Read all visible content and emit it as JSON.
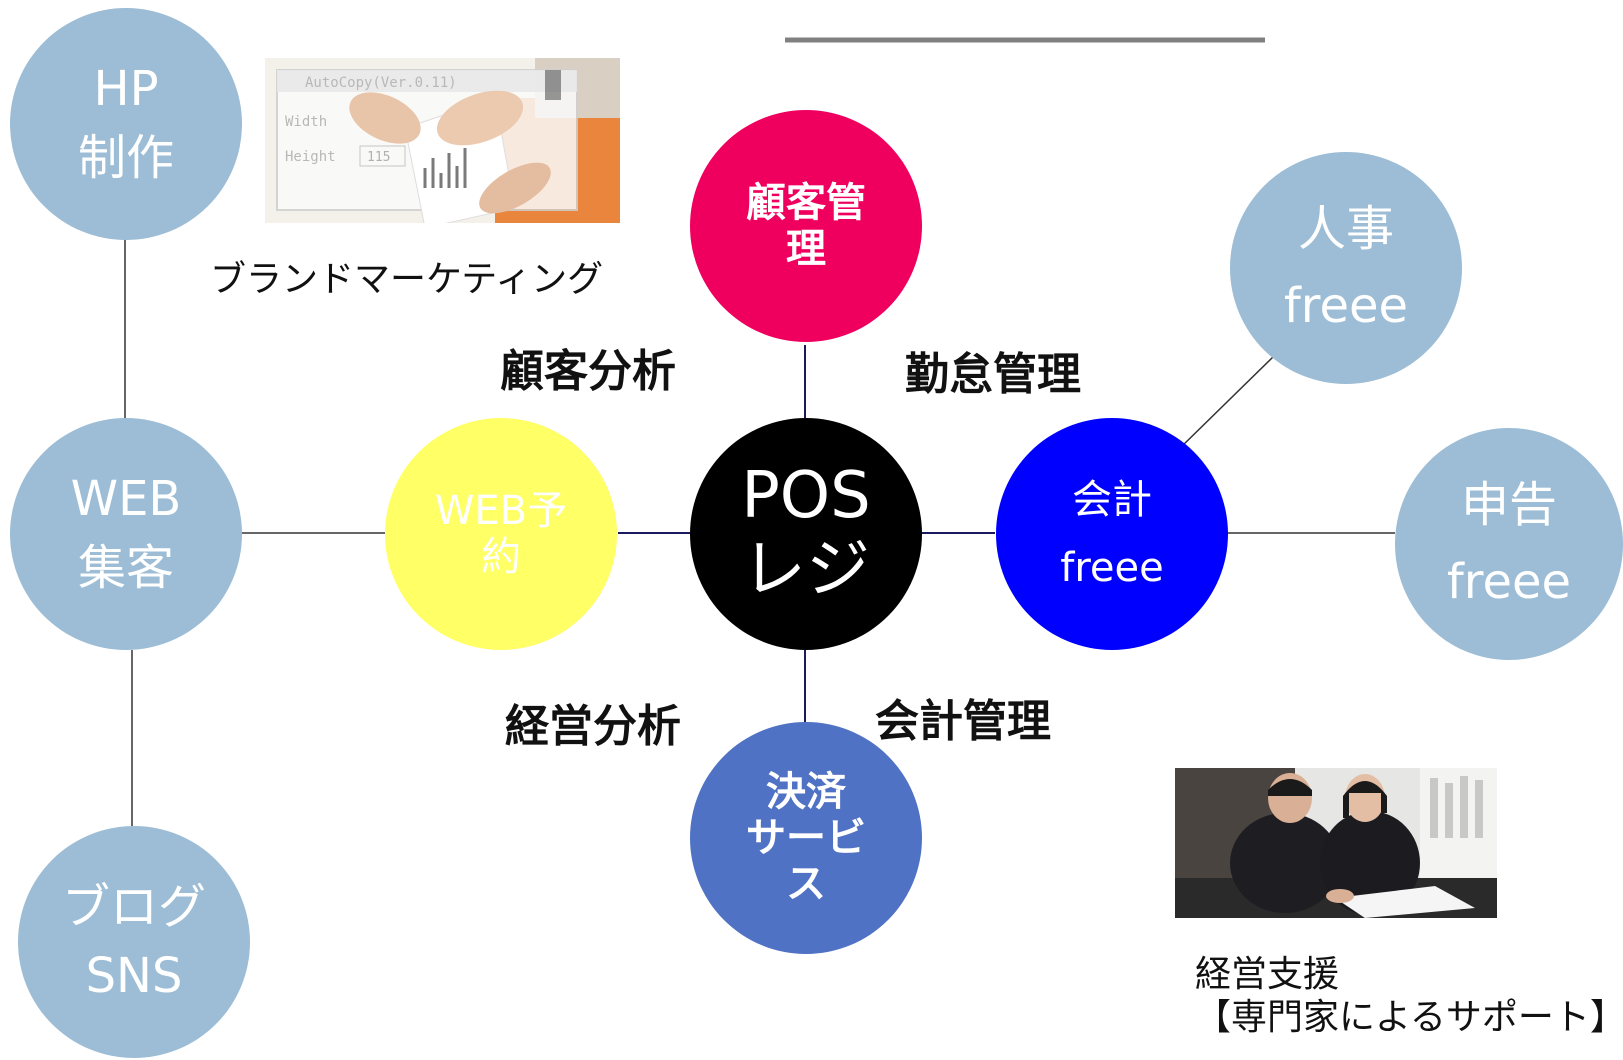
{
  "colors": {
    "satellite": "#9cbdd5",
    "crm": "#f0005e",
    "web_booking": "#ffff66",
    "pos": "#000000",
    "accounting": "#0000ff",
    "payment": "#4f72c4",
    "connector_dark": "#1a1a5e",
    "connector_gray": "#333333",
    "top_rule": "#808080"
  },
  "nodes": {
    "hp": {
      "line1": "HP",
      "line2": "制作"
    },
    "web_marketing": {
      "line1": "WEB",
      "line2": "集客"
    },
    "blog": {
      "line1": "ブログ",
      "line2": "SNS"
    },
    "crm": {
      "line1": "顧客管",
      "line2": "理"
    },
    "web_booking": {
      "line1": "WEB予",
      "line2": "約"
    },
    "pos": {
      "line1": "POS",
      "line2": "レジ"
    },
    "accounting": {
      "line1": "会計",
      "line2": "freee"
    },
    "payment": {
      "line1": "決済",
      "line2": "サービ",
      "line3": "ス"
    },
    "hr": {
      "line1": "人事",
      "line2": "freee"
    },
    "tax": {
      "line1": "申告",
      "line2": "freee"
    }
  },
  "labels": {
    "customer_analysis": "顧客分析",
    "attendance": "勤怠管理",
    "business_analysis": "経営分析",
    "accounting_mgmt": "会計管理"
  },
  "captions": {
    "brand_marketing": "ブランドマーケティング",
    "support_line1": "経営支援",
    "support_line2": "【専門家によるサポート】"
  },
  "photo_text": {
    "window_title": "AutoCopy(Ver.0.11)",
    "width_label": "Width",
    "height_label": "Height",
    "height_value": "115"
  }
}
